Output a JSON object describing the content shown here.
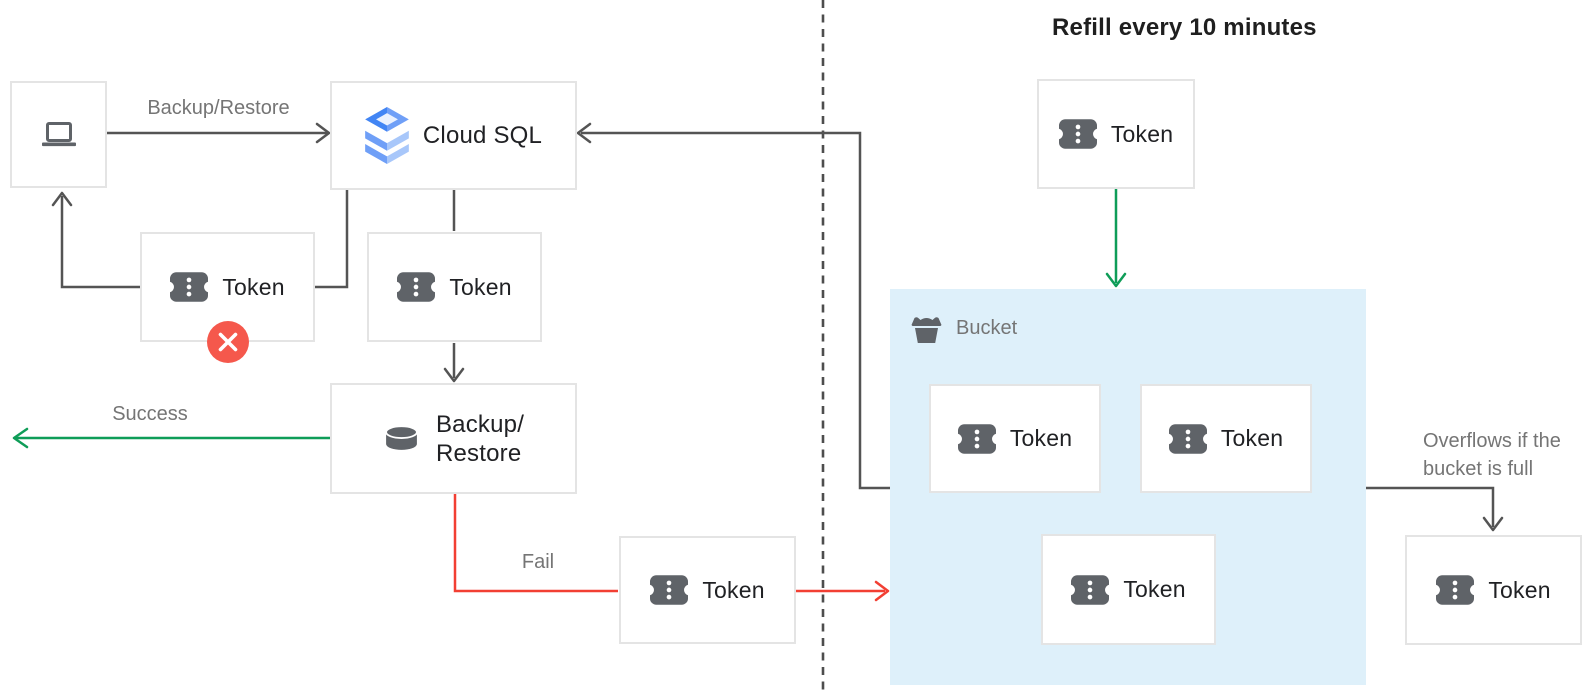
{
  "title": "Refill every 10 minutes",
  "edge_labels": {
    "backup_restore_request": "Backup/Restore",
    "success": "Success",
    "fail": "Fail",
    "overflow_line1": "Overflows if the",
    "overflow_line2": "bucket is full"
  },
  "nodes": {
    "client": {
      "icon": "laptop-icon"
    },
    "cloud_sql": {
      "icon": "cloud-sql-icon",
      "label": "Cloud SQL"
    },
    "token_rejected": {
      "icon": "token-icon",
      "label": "Token",
      "badge": "error-x-badge"
    },
    "token_consumed": {
      "icon": "token-icon",
      "label": "Token"
    },
    "backup_restore": {
      "icon": "database-icon",
      "label_line1": "Backup/",
      "label_line2": "Restore"
    },
    "token_failed": {
      "icon": "token-icon",
      "label": "Token"
    },
    "token_refill": {
      "icon": "token-icon",
      "label": "Token"
    },
    "token_overflow": {
      "icon": "token-icon",
      "label": "Token"
    },
    "bucket": {
      "icon": "bucket-icon",
      "label": "Bucket",
      "tokens": [
        {
          "label": "Token"
        },
        {
          "label": "Token"
        },
        {
          "label": "Token"
        }
      ]
    }
  },
  "colors": {
    "line-gray": "#545454",
    "divider-gray": "#4d4d4d",
    "green": "#0f9d58",
    "red": "#f23f33",
    "badge-red": "#f5584c",
    "bucket-blue": "#def0fa",
    "icon-gray": "#5f6368",
    "text-dark": "#202124",
    "text-gray": "#757575",
    "border-gray": "#e4e4e4",
    "sql-blue-dark": "#4285f4",
    "sql-blue-mid": "#6f9ff7",
    "sql-blue-light": "#a8c7fa",
    "sql-blue-pale": "#eaf1fe"
  }
}
